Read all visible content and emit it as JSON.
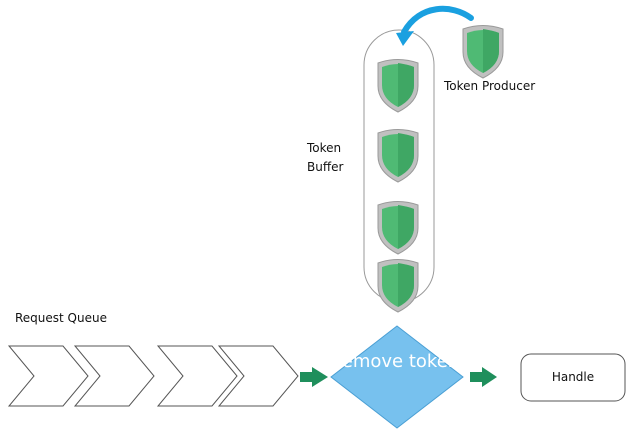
{
  "colors": {
    "shield_green": "#4fba74",
    "shield_rim": "#a9a9a9",
    "arrow_blue": "#1aa0e0",
    "flow_arrow_green": "#1f8f5c",
    "diamond_fill": "#77c1ee"
  },
  "labels": {
    "token_buffer": "Token Buffer",
    "token_producer": "Token Producer",
    "request_queue": "Request Queue",
    "remove_token": "remove token",
    "handle": "Handle"
  },
  "token_buffer": {
    "token_count": 4
  },
  "request_queue": {
    "chevron_count": 4
  }
}
